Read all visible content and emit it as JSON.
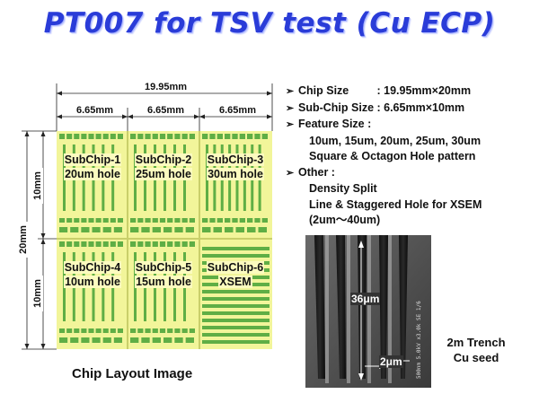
{
  "title": "PT007 for TSV test (Cu ECP)",
  "layout": {
    "total_width": "19.95mm",
    "sub_widths": [
      "6.65mm",
      "6.65mm",
      "6.65mm"
    ],
    "total_height": "20mm",
    "row_heights": [
      "10mm",
      "10mm"
    ],
    "caption": "Chip Layout Image",
    "subchips": [
      {
        "name": "SubChip-1",
        "desc": "20um hole"
      },
      {
        "name": "SubChip-2",
        "desc": "25um hole"
      },
      {
        "name": "SubChip-3",
        "desc": "30um hole"
      },
      {
        "name": "SubChip-4",
        "desc": "10um hole"
      },
      {
        "name": "SubChip-5",
        "desc": "15um hole"
      },
      {
        "name": "SubChip-6",
        "desc": "XSEM"
      }
    ]
  },
  "specs": {
    "chip_size": "Chip Size         : 19.95mm×20mm",
    "sub_chip_size": "Sub-Chip Size : 6.65mm×10mm",
    "feature_title": "Feature Size :",
    "feature_values": "10um, 15um, 20um, 25um, 30um",
    "feature_pattern": "Square & Octagon Hole pattern",
    "other_title": "Other :",
    "other_1": "Density Split",
    "other_2": "Line & Staggered Hole for XSEM",
    "other_3": "(2um～40um)"
  },
  "sem": {
    "depth_label": "36μm",
    "width_label": "2μm",
    "caption_line1": "2m Trench",
    "caption_line2": "Cu seed"
  },
  "colors": {
    "title": "#2a3cd8",
    "chip_fill": "#f2f59a",
    "pattern": "#5fae45"
  }
}
